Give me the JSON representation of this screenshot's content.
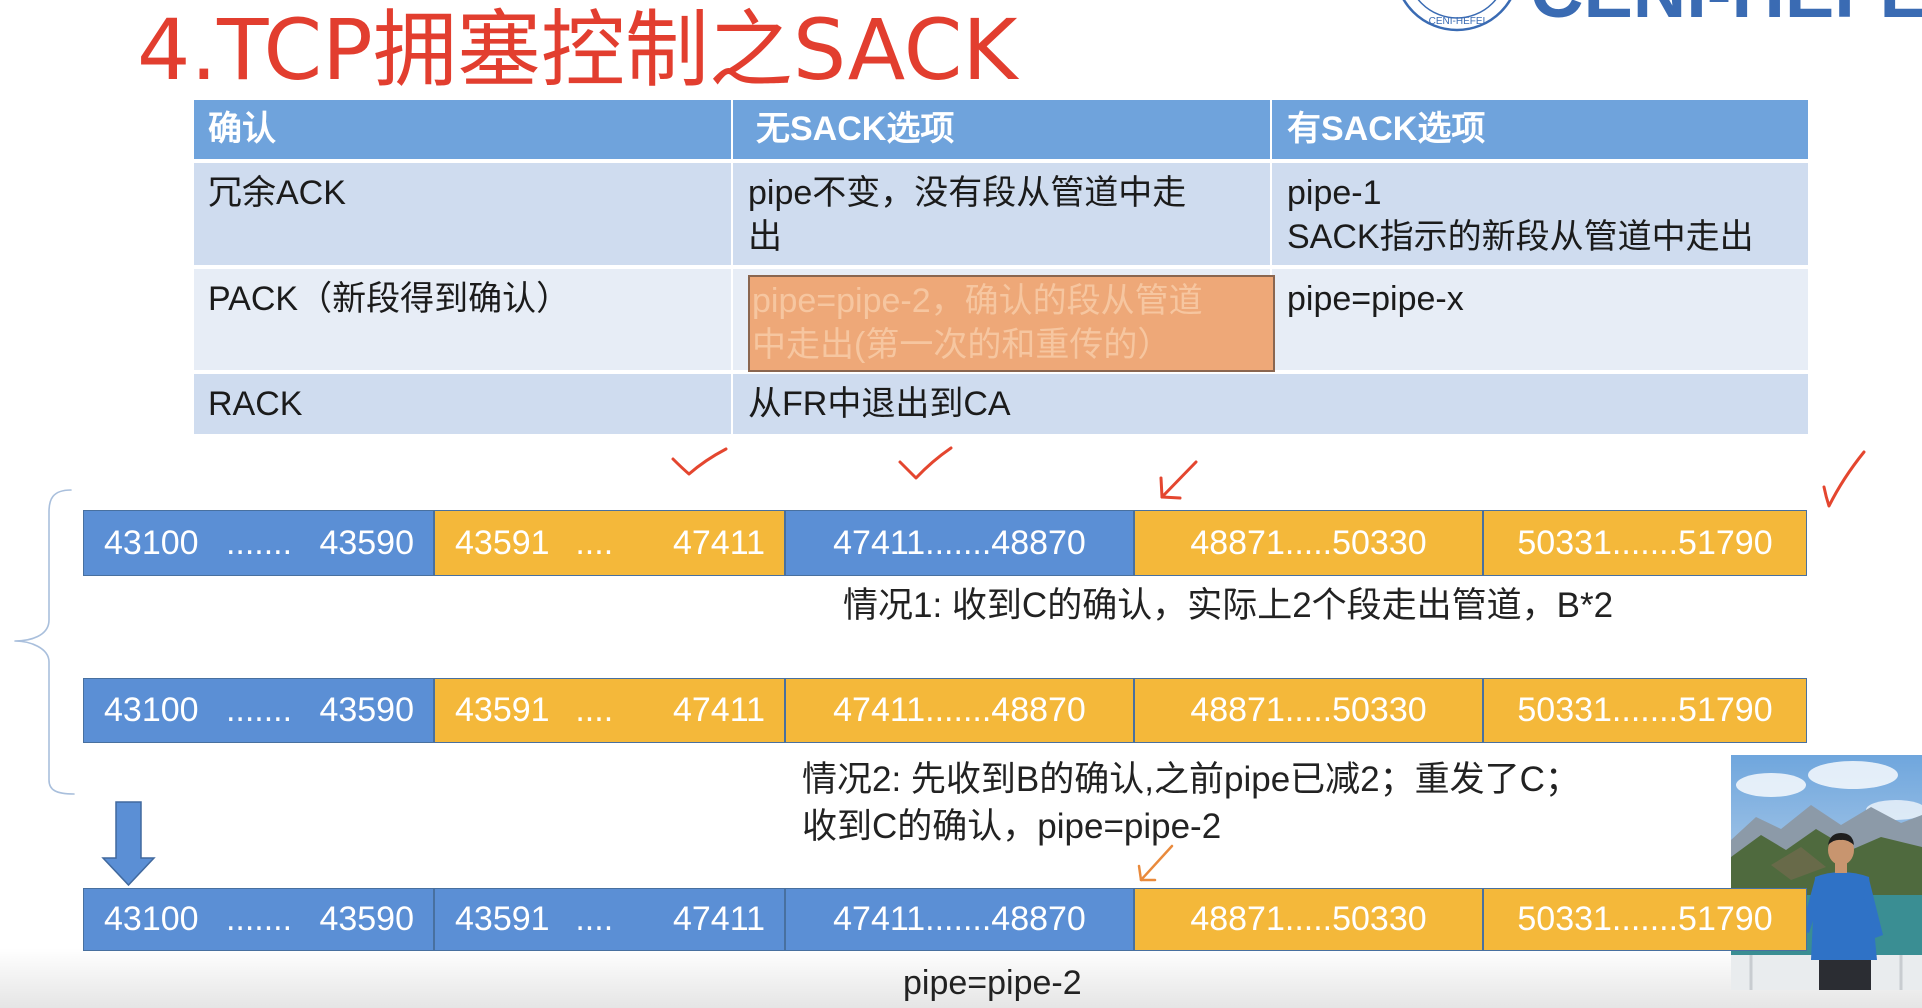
{
  "slide": {
    "title": "4.TCP拥塞控制之SACK",
    "logo": {
      "seal_text": "CENI-HEFEI",
      "wordmark": "CENI-HEFEI"
    }
  },
  "colors": {
    "title": "#e23e2f",
    "logo": "#3a6bb3",
    "header": "#6fa3dc",
    "row": "#cfdcef",
    "row_alt": "#e7edf6",
    "highlight": "#eea878",
    "highlight_text": "#f6c6a0",
    "blue": "#5b8fd5",
    "gold": "#f4b83a",
    "annotation": "#e4462f",
    "annotation_orange": "#e98a3c",
    "brace": "#a9bfdc"
  },
  "table": {
    "headers": [
      "确认",
      "无SACK选项",
      "有SACK选项"
    ],
    "rows": [
      {
        "label": "冗余ACK",
        "no_sack": [
          "pipe不变，没有段从管道中走",
          "出"
        ],
        "sack": [
          "pipe-1",
          "SACK指示的新段从管道中走出"
        ]
      },
      {
        "label": "PACK（新段得到确认）",
        "no_sack": [
          "pipe=pipe-2，确认的段从管道",
          "中走出(第一次的和重传的）"
        ],
        "sack": [
          "pipe=pipe-x"
        ]
      },
      {
        "label": "RACK",
        "merged": "从FR中退出到CA"
      }
    ]
  },
  "bars": [
    {
      "segments": [
        {
          "parts": [
            "43100",
            ".......",
            "43590"
          ],
          "fill": "blue"
        },
        {
          "parts": [
            "43591",
            "....",
            "47411"
          ],
          "fill": "gold"
        },
        {
          "label": "47411.......48870",
          "fill": "blue"
        },
        {
          "label": "48871.....50330",
          "fill": "gold"
        },
        {
          "label": "50331.......51790",
          "fill": "gold"
        }
      ],
      "caption": [
        "情况1: 收到C的确认，实际上2个段走出管道，B*2"
      ]
    },
    {
      "segments": [
        {
          "parts": [
            "43100",
            ".......",
            "43590"
          ],
          "fill": "blue"
        },
        {
          "parts": [
            "43591",
            "....",
            "47411"
          ],
          "fill": "gold"
        },
        {
          "label": "47411.......48870",
          "fill": "gold"
        },
        {
          "label": "48871.....50330",
          "fill": "gold"
        },
        {
          "label": "50331.......51790",
          "fill": "gold"
        }
      ],
      "caption": [
        "情况2: 先收到B的确认,之前pipe已减2；重发了C；",
        "收到C的确认，pipe=pipe-2"
      ]
    },
    {
      "segments": [
        {
          "parts": [
            "43100",
            ".......",
            "43590"
          ],
          "fill": "blue"
        },
        {
          "parts": [
            "43591",
            "....",
            "47411"
          ],
          "fill": "blue"
        },
        {
          "label": "47411.......48870",
          "fill": "blue"
        },
        {
          "label": "48871.....50330",
          "fill": "gold"
        },
        {
          "label": "50331.......51790",
          "fill": "gold"
        }
      ],
      "caption": [
        "pipe=pipe-2"
      ]
    }
  ],
  "annotations": [
    "check-mark-icon",
    "check-mark-icon",
    "arrow-down-left-icon",
    "check-mark-icon",
    "arrow-down-left-icon",
    "brace-icon",
    "arrow-down-icon"
  ]
}
